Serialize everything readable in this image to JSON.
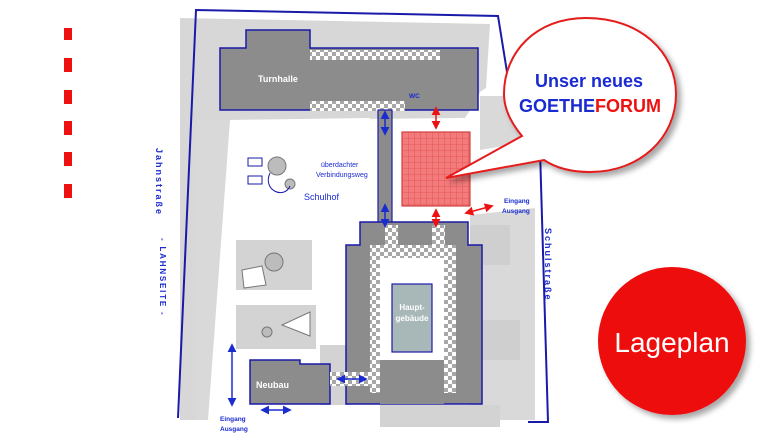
{
  "buildings": {
    "turnhalle": "Turnhalle",
    "neubau": "Neubau",
    "hauptgebaeude_line1": "Haupt-",
    "hauptgebaeude_line2": "gebäude",
    "wc": "WC"
  },
  "areas": {
    "covered_walkway_line1": "überdachter",
    "covered_walkway_line2": "Verbindungsweg",
    "schoolyard": "Schulhof"
  },
  "entrances": {
    "east_line1": "Eingang",
    "east_line2": "Ausgang",
    "south_line1": "Eingang",
    "south_line2": "Ausgang"
  },
  "streets": {
    "left_top": "Jahnstraße",
    "left_bottom": "- LAHNSEITE -",
    "right": "Schulstraße"
  },
  "callout": {
    "line1": "Unser neues",
    "line2_part1": "GOETHE",
    "line2_part2": "FORUM"
  },
  "badge": {
    "label": "Lageplan"
  },
  "colors": {
    "building": "#8c8c8c",
    "ground": "#d7d7d7",
    "outline": "#1a1aa8",
    "forum": "#f07070",
    "accent_red": "#ee1111",
    "accent_blue": "#1a2bd0"
  }
}
